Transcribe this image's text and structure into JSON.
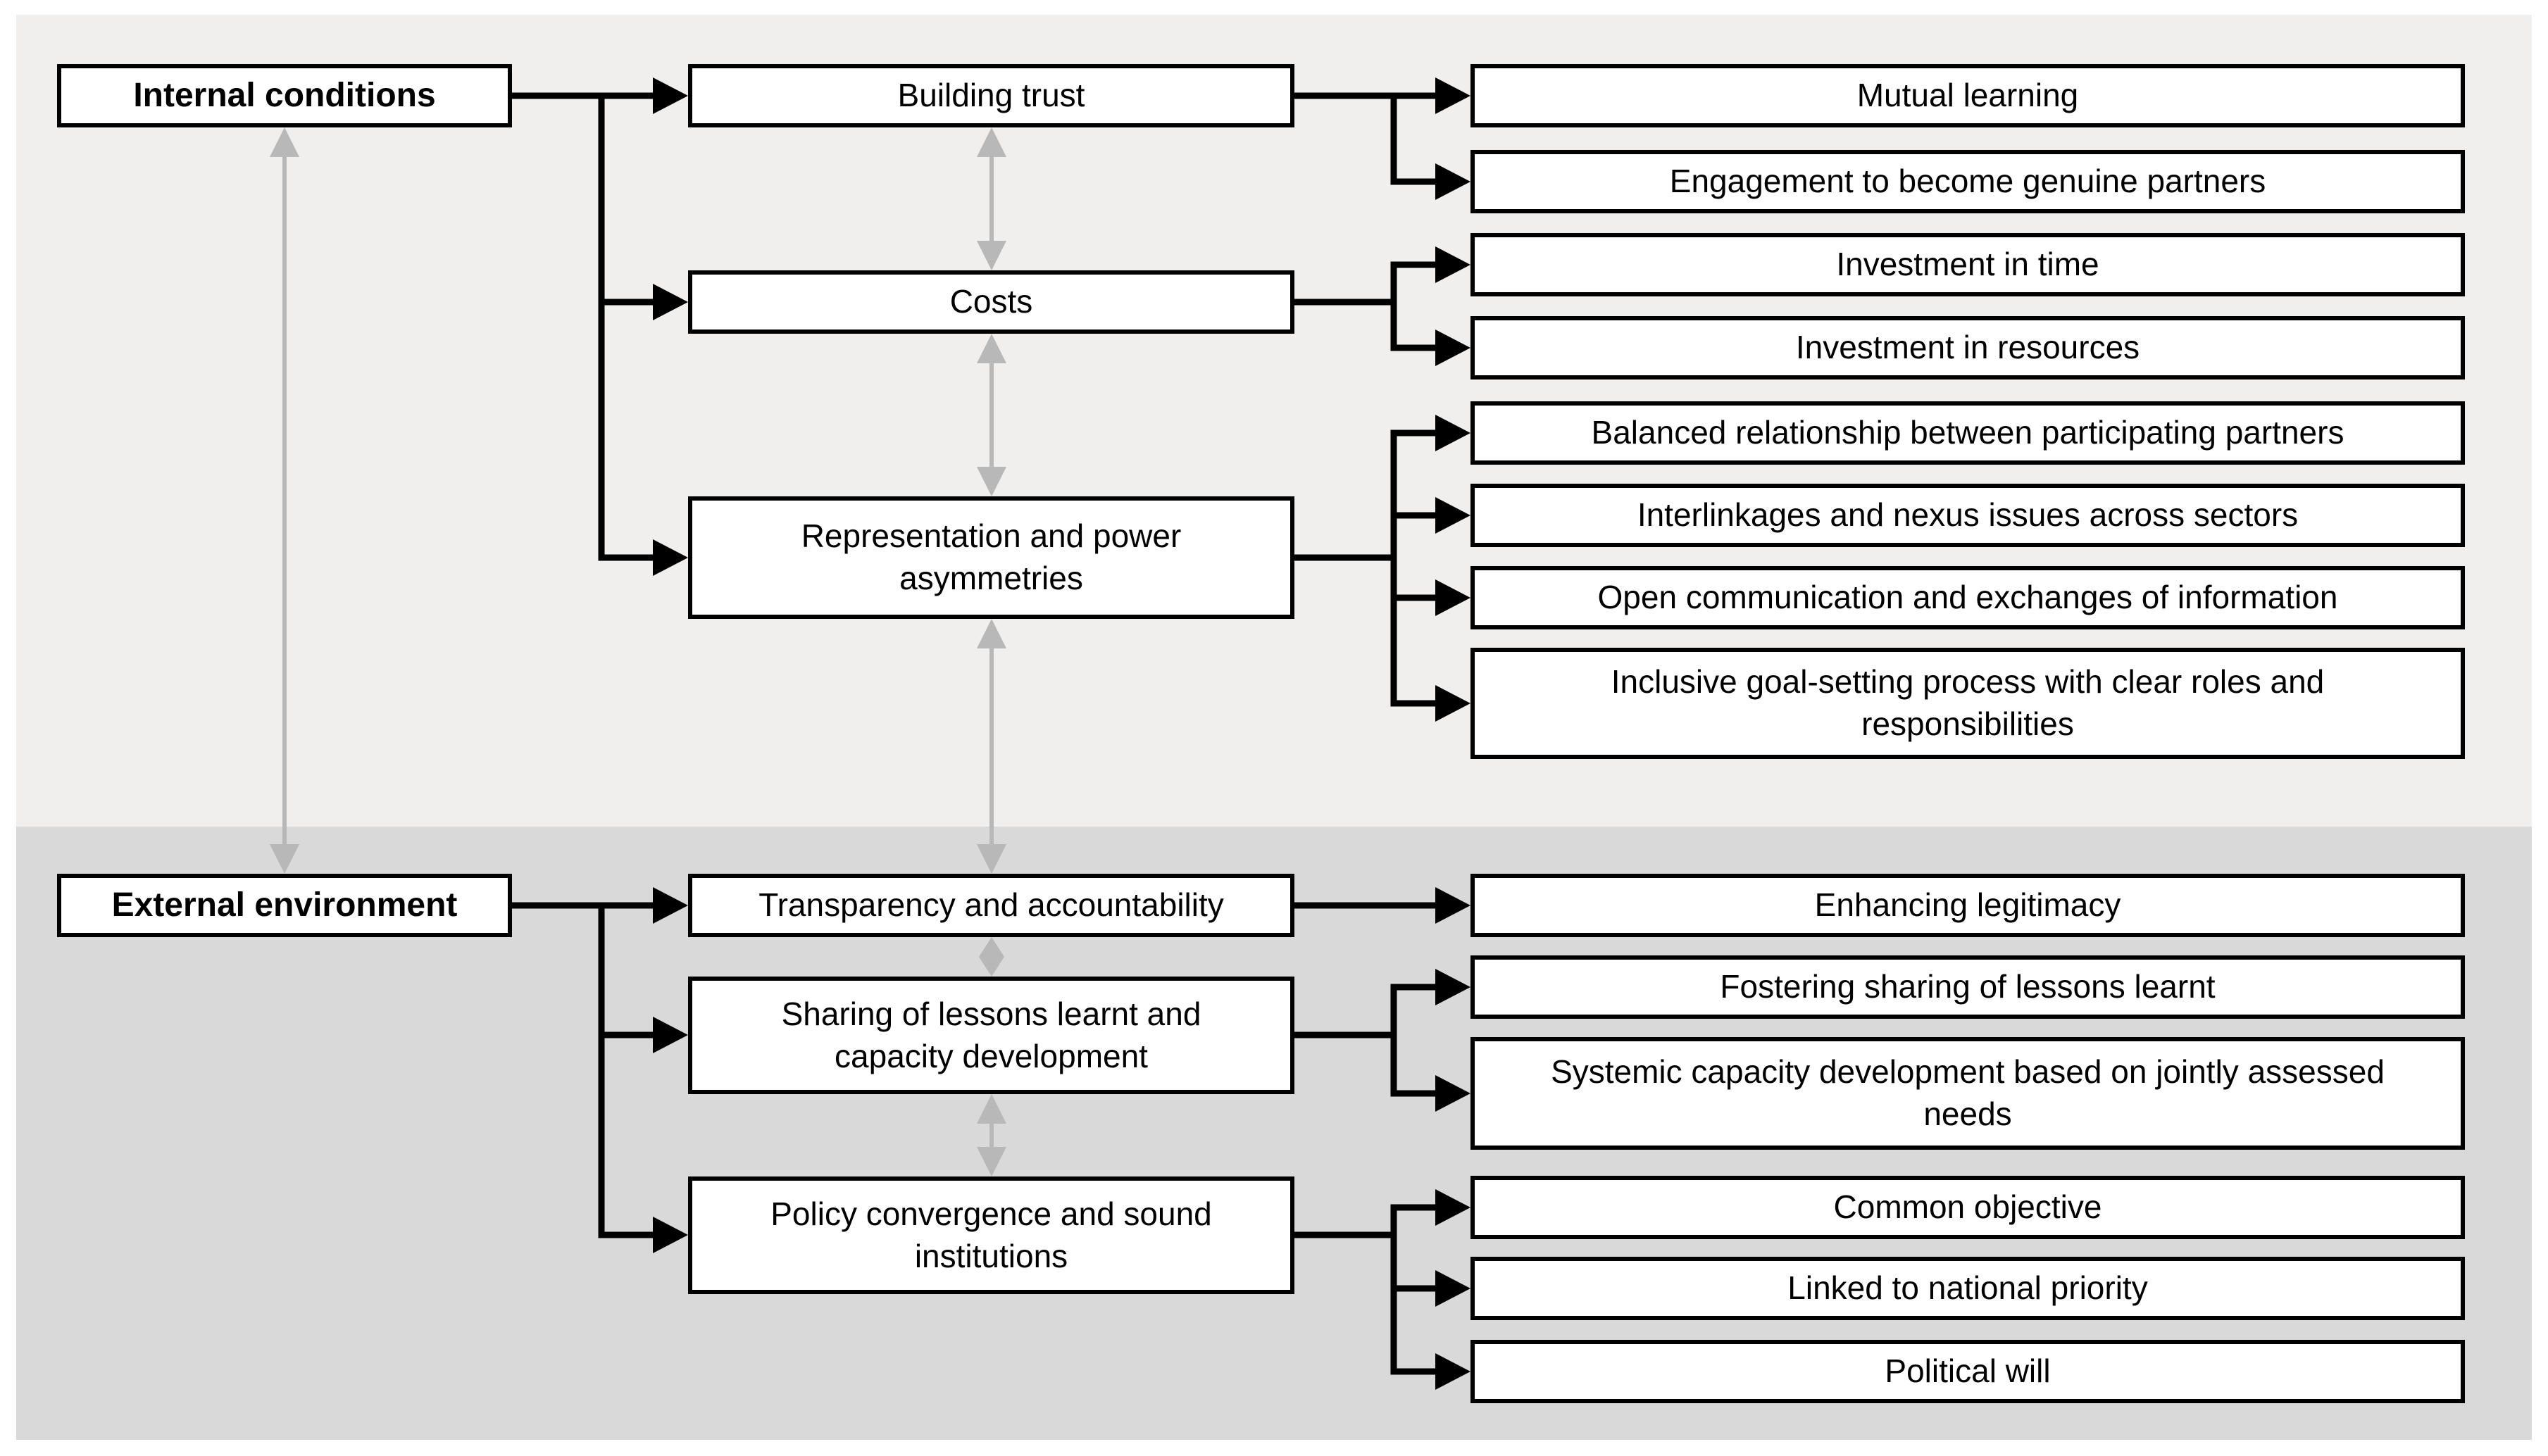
{
  "diagram": {
    "title": "Conditions for partnerships diagram",
    "sections": [
      {
        "id": "internal",
        "label": "Internal conditions",
        "factors": [
          {
            "label": "Building trust",
            "outcomes": [
              "Mutual learning",
              "Engagement to become genuine partners"
            ]
          },
          {
            "label": "Costs",
            "outcomes": [
              "Investment in time",
              "Investment in resources"
            ]
          },
          {
            "label": "Representation and power asymmetries",
            "outcomes": [
              "Balanced relationship between participating partners",
              "Interlinkages and nexus issues across sectors",
              "Open communication and exchanges of information",
              "Inclusive goal-setting process with clear roles and responsibilities"
            ]
          }
        ]
      },
      {
        "id": "external",
        "label": "External environment",
        "factors": [
          {
            "label": "Transparency and accountability",
            "outcomes": [
              "Enhancing legitimacy"
            ]
          },
          {
            "label": "Sharing of lessons learnt and capacity development",
            "outcomes": [
              "Fostering sharing of lessons learnt",
              "Systemic capacity development based on jointly assessed needs"
            ]
          },
          {
            "label": "Policy convergence and sound institutions",
            "outcomes": [
              "Common objective",
              "Linked to national priority",
              "Political will"
            ]
          }
        ]
      }
    ],
    "bidirectional_links": [
      "Internal conditions <-> External environment",
      "Building trust <-> Costs",
      "Costs <-> Representation and power asymmetries",
      "Representation and power asymmetries <-> Transparency and accountability",
      "Transparency and accountability <-> Sharing of lessons learnt and capacity development",
      "Sharing of lessons learnt and capacity development <-> Policy convergence and sound institutions"
    ],
    "colors": {
      "section_internal_bg": "#f0efee",
      "section_external_bg": "#d9d9d9",
      "box_bg": "#ffffff",
      "box_border": "#000000",
      "connector": "#000000",
      "bidirectional_arrow": "#b8b8b8",
      "text": "#000000",
      "page_bg": "#ffffff"
    }
  }
}
